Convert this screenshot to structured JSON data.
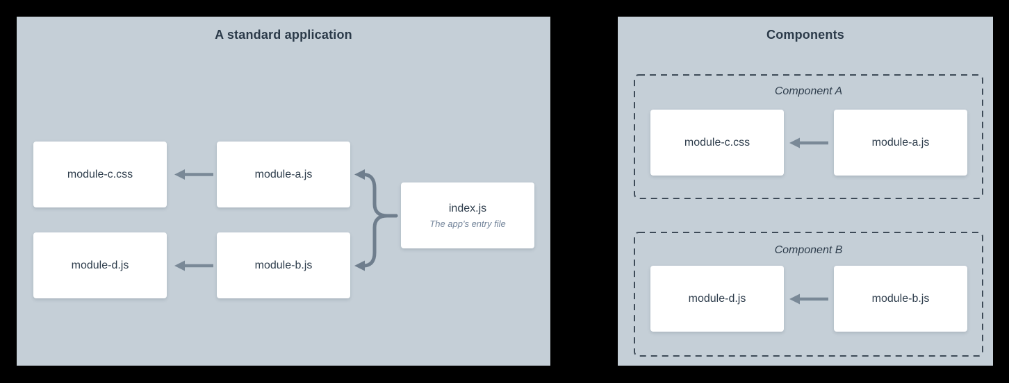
{
  "colors": {
    "page_bg": "#000000",
    "panel_bg": "#c5cfd7",
    "node_bg": "#ffffff",
    "text_dark": "#2e3d4c",
    "title_text": "#2b3a49",
    "arrow": "#7a8997",
    "dashed_border": "#3d4a57",
    "sublabel_text": "#73849a"
  },
  "left_panel": {
    "title": "A standard application",
    "nodes": {
      "module_c": {
        "label": "module-c.css"
      },
      "module_a": {
        "label": "module-a.js"
      },
      "module_d": {
        "label": "module-d.js"
      },
      "module_b": {
        "label": "module-b.js"
      },
      "index": {
        "label": "index.js",
        "sublabel": "The app's entry file"
      }
    }
  },
  "right_panel": {
    "title": "Components",
    "groups": [
      {
        "label": "Component A",
        "nodes": [
          {
            "label": "module-c.css"
          },
          {
            "label": "module-a.js"
          }
        ]
      },
      {
        "label": "Component B",
        "nodes": [
          {
            "label": "module-d.js"
          },
          {
            "label": "module-b.js"
          }
        ]
      }
    ]
  }
}
